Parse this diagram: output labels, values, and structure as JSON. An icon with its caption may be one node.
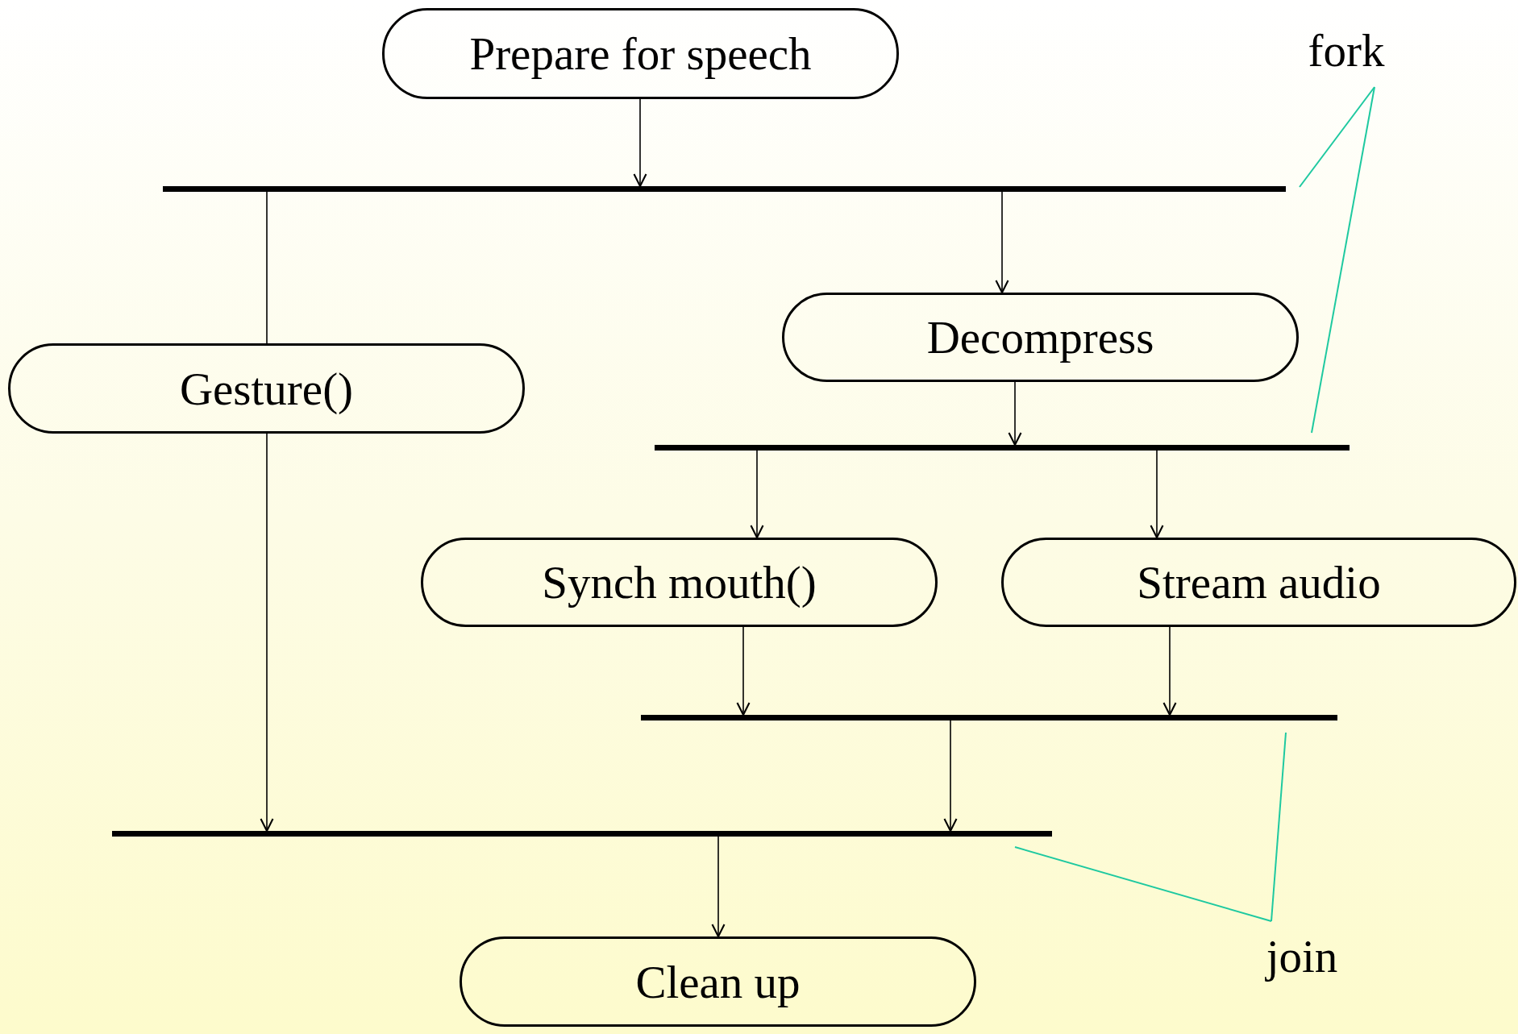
{
  "diagram": {
    "nodes": [
      {
        "text": [
          "Prepare for speech"
        ]
      },
      {
        "text": [],
        "shape": "bar"
      },
      {
        "text": [
          "Gesture()"
        ]
      },
      {
        "text": [
          "Decompress"
        ]
      },
      {
        "text": [],
        "shape": "bar"
      },
      {
        "text": [
          "Synch mouth()"
        ]
      },
      {
        "text": [
          "Stream audio"
        ]
      },
      {
        "text": [],
        "shape": "bar"
      },
      {
        "text": [],
        "shape": "bar"
      },
      {
        "text": [
          "Clean up"
        ]
      },
      {
        "text": [
          "fork"
        ]
      },
      {
        "text": [
          "join"
        ]
      }
    ],
    "edges": [
      {
        "from": 0,
        "to": 1,
        "arrow": "to"
      },
      {
        "from": 1,
        "to": 2,
        "arrow": "none"
      },
      {
        "from": 1,
        "to": 3,
        "arrow": "to"
      },
      {
        "from": 3,
        "to": 4,
        "arrow": "to"
      },
      {
        "from": 4,
        "to": 5,
        "arrow": "to"
      },
      {
        "from": 4,
        "to": 6,
        "arrow": "to"
      },
      {
        "from": 2,
        "to": 8,
        "arrow": "to"
      },
      {
        "from": 5,
        "to": 7,
        "arrow": "to"
      },
      {
        "from": 6,
        "to": 7,
        "arrow": "to"
      },
      {
        "from": 7,
        "to": 8,
        "arrow": "to"
      },
      {
        "from": 8,
        "to": 9,
        "arrow": "to"
      },
      {
        "from": 10,
        "to": 1,
        "arrow": "none",
        "color": "#1ec9a0"
      },
      {
        "from": 10,
        "to": 4,
        "arrow": "none",
        "color": "#1ec9a0"
      },
      {
        "from": 11,
        "to": 7,
        "arrow": "none",
        "color": "#1ec9a0"
      },
      {
        "from": 11,
        "to": 8,
        "arrow": "none",
        "color": "#1ec9a0"
      }
    ]
  }
}
